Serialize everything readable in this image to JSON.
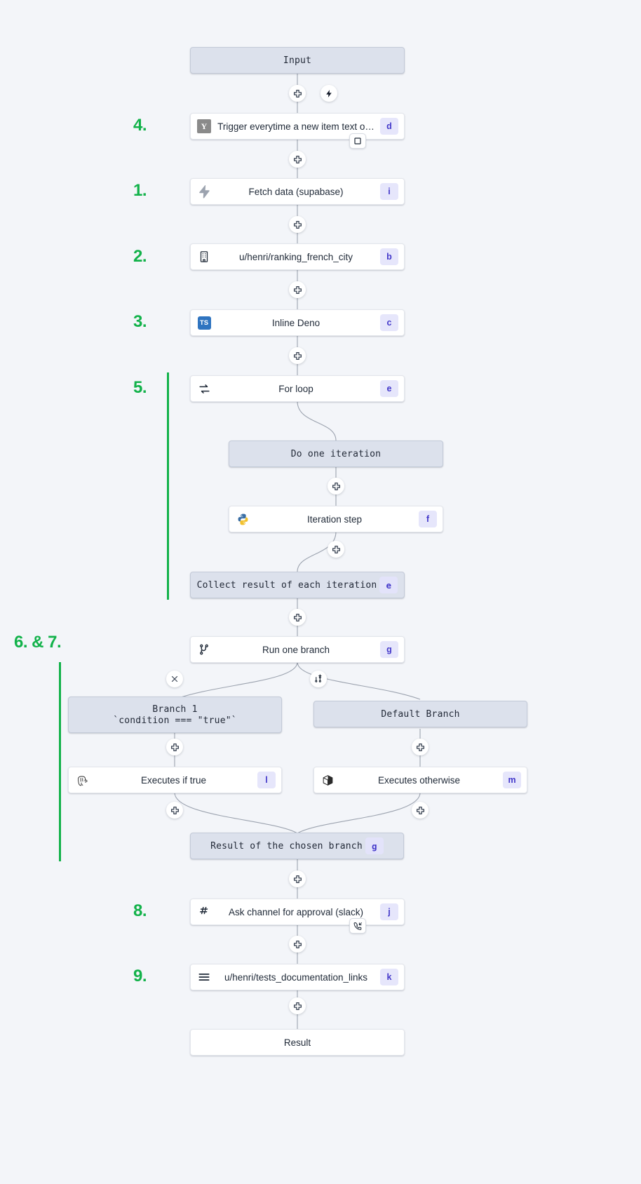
{
  "diagram": {
    "title": "Windmill flow editor graph",
    "accent_green": "#12b24a",
    "badge_bg": "#e6e6fb",
    "badge_fg": "#4338ca",
    "virtual_node_bg": "#dce1ec"
  },
  "steps": [
    {
      "id": "s4",
      "label": "4."
    },
    {
      "id": "s1",
      "label": "1."
    },
    {
      "id": "s2",
      "label": "2."
    },
    {
      "id": "s3",
      "label": "3."
    },
    {
      "id": "s5",
      "label": "5."
    },
    {
      "id": "s67",
      "label": "6. & 7."
    },
    {
      "id": "s8",
      "label": "8."
    },
    {
      "id": "s9",
      "label": "9."
    }
  ],
  "nodes": {
    "input": {
      "label": "Input"
    },
    "trigger": {
      "label": "Trigger everytime a new item text o…",
      "badge": "d",
      "icon": "yaml-y-icon"
    },
    "fetch": {
      "label": "Fetch data (supabase)",
      "badge": "i",
      "icon": "supabase-bolt-icon"
    },
    "ranking": {
      "label": "u/henri/ranking_french_city",
      "badge": "b",
      "icon": "building-icon"
    },
    "inline_deno": {
      "label": "Inline Deno",
      "badge": "c",
      "icon": "typescript-icon"
    },
    "for_loop": {
      "label": "For loop",
      "badge": "e",
      "icon": "loop-icon"
    },
    "do_one_iteration": {
      "label": "Do one iteration"
    },
    "iteration_step": {
      "label": "Iteration step",
      "badge": "f",
      "icon": "python-icon"
    },
    "collect_result": {
      "label": "Collect result of each iteration",
      "badge": "e"
    },
    "run_one_branch": {
      "label": "Run one branch",
      "badge": "g",
      "icon": "branch-icon"
    },
    "branch_1": {
      "label": "Branch 1",
      "sublabel": "`condition === \"true\"`"
    },
    "default_branch": {
      "label": "Default Branch"
    },
    "executes_if_true": {
      "label": "Executes if true",
      "badge": "l",
      "icon": "postgres-icon"
    },
    "executes_otherwise": {
      "label": "Executes otherwise",
      "badge": "m",
      "icon": "deno-icon"
    },
    "result_chosen": {
      "label": "Result of the chosen branch",
      "badge": "g"
    },
    "ask_channel": {
      "label": "Ask channel for approval (slack)",
      "badge": "j",
      "icon": "slack-icon"
    },
    "tests_doc_links": {
      "label": "u/henri/tests_documentation_links",
      "badge": "k",
      "icon": "bash-menu-icon"
    },
    "result": {
      "label": "Result"
    }
  },
  "edge_controls": {
    "add_step": "plus-handle-icon",
    "lightning": "lightning-icon",
    "remove_branch": "close-x-icon",
    "add_branch": "add-branch-icon",
    "trigger_chip": "square-chip-icon",
    "approval_chip": "phone-incoming-icon"
  }
}
